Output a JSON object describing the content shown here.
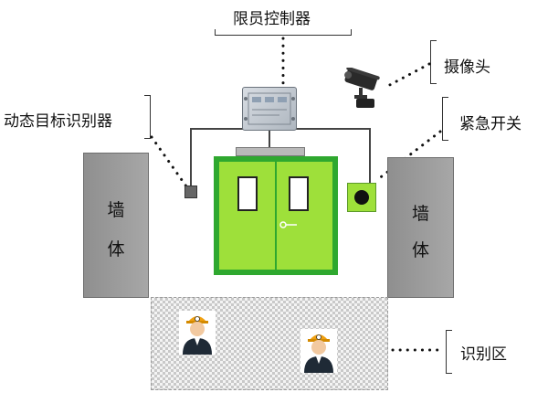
{
  "labels": {
    "limiter": "限员控制器",
    "camera": "摄像头",
    "detector": "动态目标识别器",
    "emergency": "紧急开关",
    "recognition_zone": "识别区"
  },
  "walls": {
    "left": [
      "墙",
      "体"
    ],
    "right": [
      "墙",
      "体"
    ]
  },
  "colors": {
    "door_frame": "#2fa82f",
    "door_leaf": "#9ee03a",
    "wall": "#9a9a9a",
    "helmet": "#f0a010"
  },
  "icons": {
    "controller": "control-box-icon",
    "camera": "security-camera-icon",
    "detector": "motion-sensor-icon",
    "emergency": "emergency-button-icon",
    "worker": "miner-avatar-icon"
  }
}
